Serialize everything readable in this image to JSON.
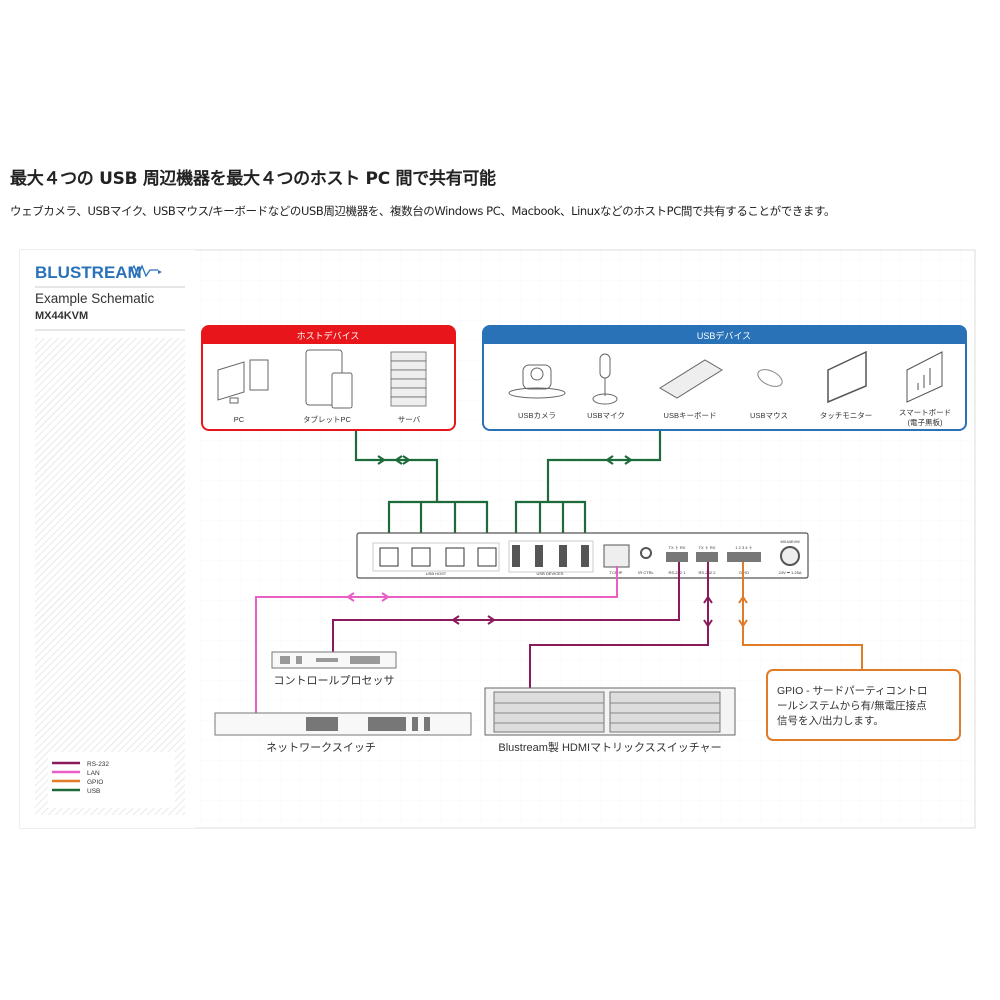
{
  "header": {
    "title": "最大４つの USB 周辺機器を最大４つのホスト PC 間で共有可能",
    "description": "ウェブカメラ、USBマイク、USBマウス/キーボードなどのUSB周辺機器を、複数台のWindows PC、Macbook、LinuxなどのホストPC間で共有することができます。"
  },
  "schematic": {
    "logo": "BLUSTREAM",
    "heading": "Example Schematic",
    "model": "MX44KVM",
    "host_box": {
      "title": "ホストデバイス",
      "items": [
        "PC",
        "タブレットPC",
        "サーバ"
      ]
    },
    "usb_box": {
      "title": "USBデバイス",
      "items": [
        "USBカメラ",
        "USBマイク",
        "USBキーボード",
        "USBマウス",
        "タッチモニター",
        "スマートボード",
        "(電子黒板)"
      ]
    },
    "device": {
      "usb_host": "USB HOST",
      "usb_devices": "USB DEVICES",
      "tcpip": "TCP/IP",
      "ir": "IR CTRL",
      "rs232_1": "RS-232 1",
      "rs232_2": "RS-232 2",
      "gpio": "GPIO",
      "txrx": "TX ⏚ RX",
      "gpio_pins": "1 2 3 4 ⏚",
      "model": "MX44KVM",
      "power": "24V ⎓ 1.25A"
    },
    "peripherals": {
      "control_processor": "コントロールプロセッサ",
      "network_switch": "ネットワークスイッチ",
      "matrix": "Blustream製 HDMIマトリックススイッチャー"
    },
    "gpio_note": [
      "GPIO - サードパーティコントロ",
      "ールシステムから有/無電圧接点",
      "信号を入/出力します。"
    ],
    "legend": [
      {
        "label": "RS-232",
        "color": "#8b1a5c"
      },
      {
        "label": "LAN",
        "color": "#e95fc4"
      },
      {
        "label": "GPIO",
        "color": "#e07b27"
      },
      {
        "label": "USB",
        "color": "#1d6b3a"
      }
    ],
    "colors": {
      "host": "#e8161b",
      "usb": "#2a72b8",
      "rs232": "#8b1a5c",
      "lan": "#e95fc4",
      "gpio": "#e07b27",
      "usbline": "#1d6b3a"
    }
  }
}
